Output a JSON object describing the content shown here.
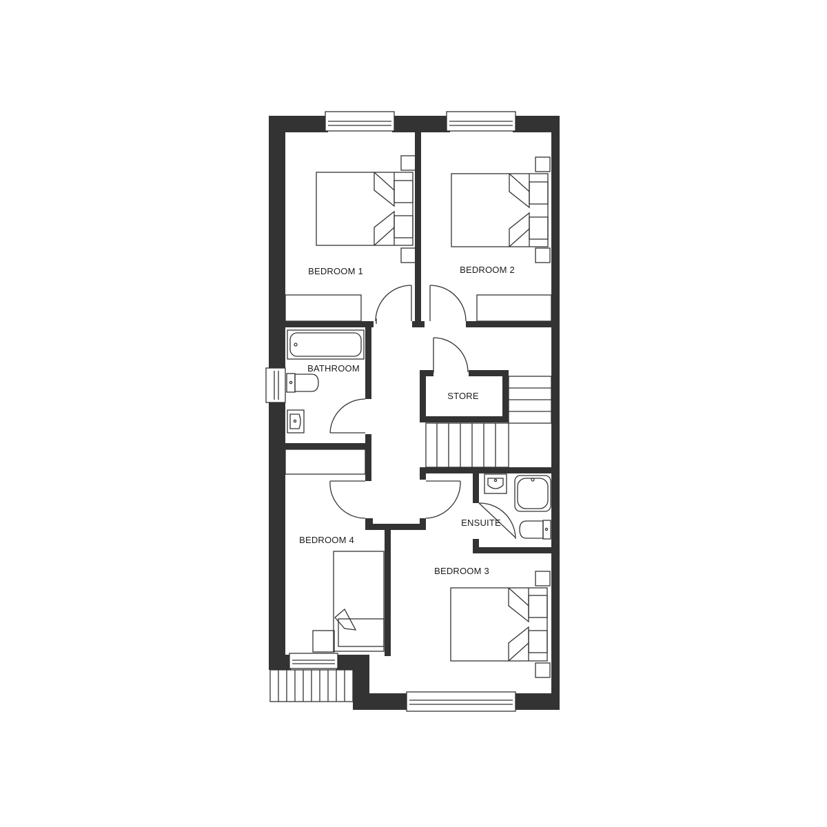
{
  "rooms": {
    "bedroom_1": "BEDROOM 1",
    "bedroom_2": "BEDROOM 2",
    "bedroom_3": "BEDROOM 3",
    "bedroom_4": "BEDROOM 4",
    "bathroom": "BATHROOM",
    "store": "STORE",
    "ensuite": "ENSUITE"
  },
  "colors": {
    "wall": "#333333",
    "line": "#333333",
    "background": "#ffffff"
  }
}
